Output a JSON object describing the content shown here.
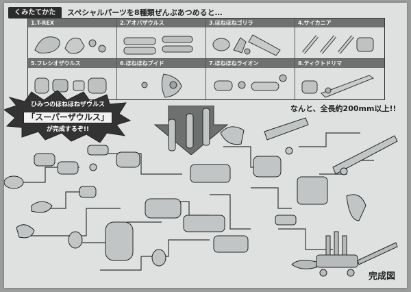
{
  "header": {
    "tab_label": "くみたてかた",
    "headline": "スペシャルパーツを8種類ぜんぶあつめると…"
  },
  "parts": [
    {
      "label": "1.T-REX"
    },
    {
      "label": "2.アオバザウルス"
    },
    {
      "label": "3.ほねほねゴリラ"
    },
    {
      "label": "4.サイカニア"
    },
    {
      "label": "5.フレシオザウルス"
    },
    {
      "label": "6.ほねほねプイド"
    },
    {
      "label": "7.ほねほねライオン"
    },
    {
      "label": "8.ティクトドリマ"
    }
  ],
  "callout": {
    "line1": "ひみつのほねほねザウルス",
    "name": "「スーパーザウルス」",
    "line3": "が完成するぞ!!"
  },
  "length_note": "なんと、全長約200mm以上!!",
  "complete_label": "完成図",
  "colors": {
    "sheet": "#dfe1e1",
    "header_bar": "#6f7171",
    "ink": "#222222"
  }
}
